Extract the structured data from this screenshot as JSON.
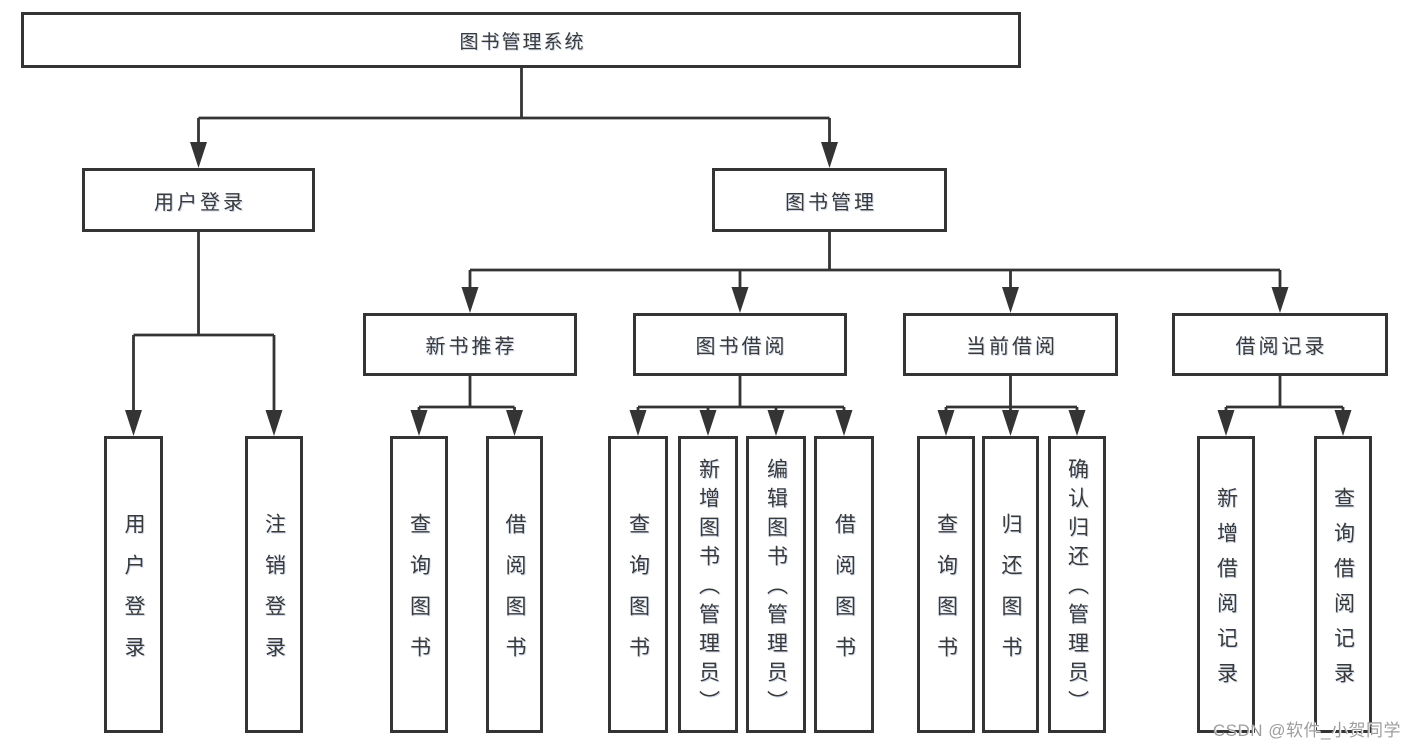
{
  "diagram": {
    "title": "图书管理系统",
    "level2": [
      {
        "label": "用户登录"
      },
      {
        "label": "图书管理"
      }
    ],
    "level3": [
      {
        "label": "新书推荐"
      },
      {
        "label": "图书借阅"
      },
      {
        "label": "当前借阅"
      },
      {
        "label": "借阅记录"
      }
    ],
    "leaves": {
      "user_login": [
        "用户登录",
        "注销登录"
      ],
      "new_book_rec": [
        "查询图书",
        "借阅图书"
      ],
      "book_borrow": [
        "查询图书",
        "新增图书（管理员）",
        "编辑图书（管理员）",
        "借阅图书"
      ],
      "current_borrow": [
        "查询图书",
        "归还图书",
        "确认归还（管理员）"
      ],
      "borrow_record": [
        "新增借阅记录",
        "查询借阅记录"
      ]
    }
  },
  "watermark": "CSDN @软件_小贺同学",
  "colors": {
    "line": "#343434",
    "text": "#3a3a3a",
    "watermark": "#9e9e9e",
    "background": "#ffffff"
  }
}
